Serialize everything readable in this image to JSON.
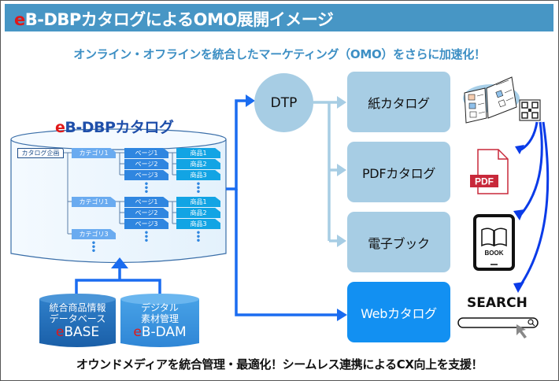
{
  "header": {
    "title_prefix": "e",
    "title_rest": "B-DBPカタログによるOMO展開イメージ"
  },
  "subtitle": "オンライン・オフラインを統合したマーケティング（OMO）をさらに加速化！",
  "central_db": {
    "title_prefix": "e",
    "title_rest": "B-DBPカタログ",
    "root": "カタログ企画",
    "groups": [
      {
        "category": "カテゴリ1",
        "pages": [
          "ページ1",
          "ページ2",
          "ページ3"
        ],
        "items": [
          "商品1",
          "商品2",
          "商品3"
        ]
      },
      {
        "category": "カテゴリ1",
        "pages": [
          "ページ1",
          "ページ2",
          "ページ3"
        ],
        "items": [
          "商品1",
          "商品2",
          "商品3"
        ]
      },
      {
        "category": "カテゴリ3",
        "pages": [],
        "items": []
      }
    ],
    "ellipsis": "⋮"
  },
  "sources": [
    {
      "line1": "統合商品情報",
      "line2": "データベース",
      "name_prefix": "e",
      "name_rest": "BASE"
    },
    {
      "line1": "デジタル",
      "line2": "素材管理",
      "name_prefix": "e",
      "name_rest": "B-DAM"
    }
  ],
  "dtp": {
    "label": "DTP"
  },
  "outputs": [
    {
      "label": "紙カタログ",
      "icon": "catalog-book-icon"
    },
    {
      "label": "PDFカタログ",
      "icon": "pdf-file-icon"
    },
    {
      "label": "電子ブック",
      "icon": "ebook-reader-icon"
    },
    {
      "label": "Webカタログ",
      "icon": "search-bar-icon"
    }
  ],
  "icons": {
    "pdf_text": "PDF",
    "book_text": "BOOK",
    "search_text": "SEARCH"
  },
  "footer": "オウンドメディアを統合管理・最適化！シームレス連携によるCX向上を支援！",
  "colors": {
    "title_bar": "#4796c5",
    "accent_red": "#e01818",
    "arrow_blue": "#1a6cf0",
    "light_blue": "#a7cde4",
    "web_blue": "#1290f2",
    "qr_arrow_blue": "#0a3be8"
  }
}
